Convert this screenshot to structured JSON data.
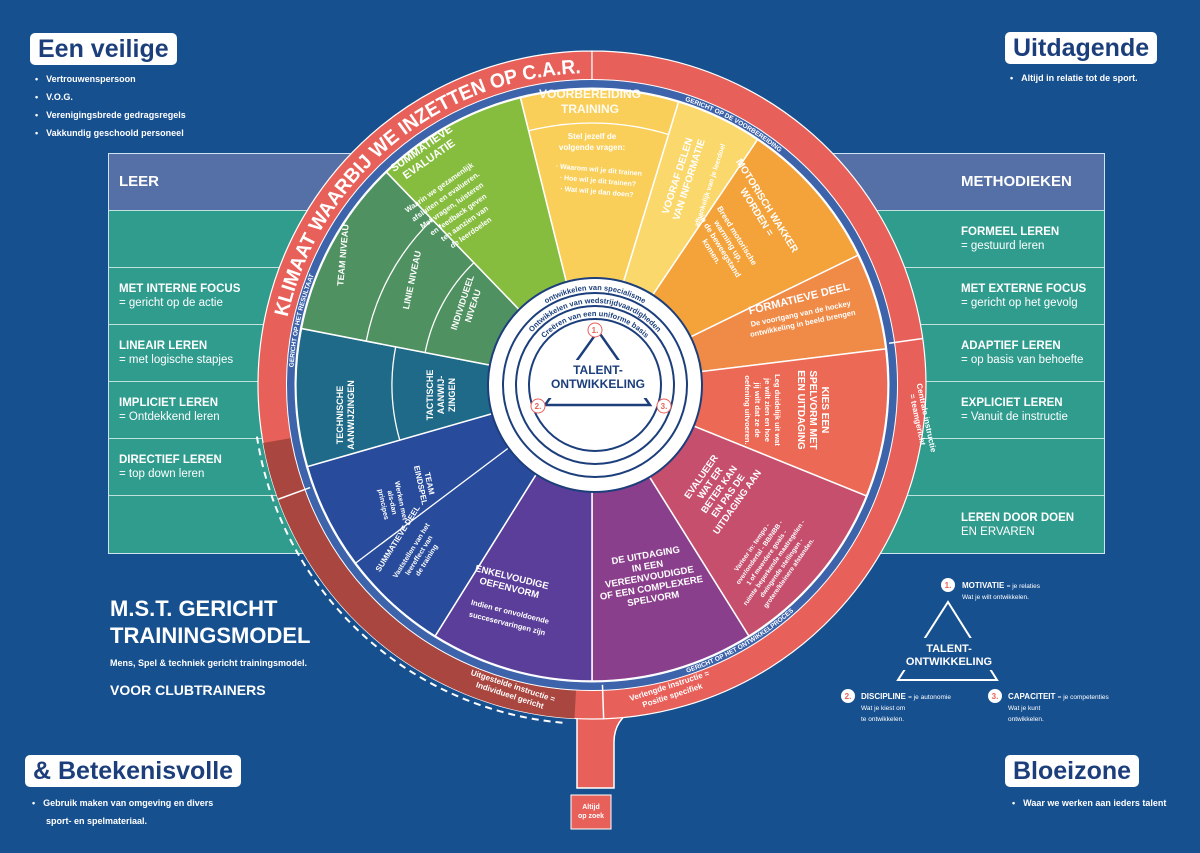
{
  "colors": {
    "background": "#17508f",
    "ring": "#e8605a",
    "ring_dark": "#a9463f",
    "band": "#3d63aa",
    "navy": "#1c3f7c",
    "yellow": "#f9cf5a",
    "yellow2": "#fbd86c",
    "orange": "#f4a23a",
    "orange_light": "#ef8a47",
    "coral": "#ec6a55",
    "pink": "#c74f6e",
    "purple": "#8a3f8c",
    "violet": "#5b3e99",
    "blue": "#284b9b",
    "teal": "#1f6a88",
    "green_dark": "#4f9160",
    "green": "#86bd3f"
  },
  "corners": {
    "top_left": {
      "title": "Een veilige",
      "bullets": [
        "Vertrouwenspersoon",
        "V.O.G.",
        "Verenigingsbrede gedragsregels",
        "Vakkundig geschoold personeel"
      ]
    },
    "top_right": {
      "title": "Uitdagende",
      "bullets": [
        "Altijd in relatie tot de sport."
      ]
    },
    "bottom_left": {
      "title": "& Betekenisvolle",
      "bullets": [
        "Gebruik maken van omgeving en divers",
        "sport- en spelmateriaal."
      ]
    },
    "bottom_right": {
      "title": "Bloeizone",
      "bullets": [
        "Waar we werken aan ieders talent"
      ]
    }
  },
  "left_table": {
    "header": "LEER",
    "rows": [
      {
        "title": "",
        "sub": ""
      },
      {
        "title": "MET INTERNE FOCUS",
        "sub": "= gericht op de actie"
      },
      {
        "title": "LINEAIR LEREN",
        "sub": "= met logische stapjes"
      },
      {
        "title": "IMPLICIET LEREN",
        "sub": "= Ontdekkend leren"
      },
      {
        "title": "DIRECTIEF LEREN",
        "sub": "= top down leren"
      },
      {
        "title": "",
        "sub": ""
      }
    ]
  },
  "right_table": {
    "header": "METHODIEKEN",
    "rows": [
      {
        "title": "FORMEEL LEREN",
        "sub": "= gestuurd leren"
      },
      {
        "title": "MET EXTERNE FOCUS",
        "sub": "= gericht op het gevolg"
      },
      {
        "title": "ADAPTIEF LEREN",
        "sub": "= op basis van behoefte"
      },
      {
        "title": "EXPLICIET LEREN",
        "sub": "= Vanuit de instructie"
      },
      {
        "title": "",
        "sub": ""
      },
      {
        "title": "LEREN DOOR DOEN",
        "sub": "EN ERVAREN"
      }
    ]
  },
  "model": {
    "title1": "M.S.T. GERICHT",
    "title2": "TRAININGSMODEL",
    "subtitle": "Mens, Spel & techniek gericht trainingsmodel.",
    "audience": "VOOR CLUBTRAINERS"
  },
  "ring": {
    "title": "EEN MOTIVATIONEEL LEER- EN ONTWIKKELKLIMAAT WAARBIJ WE INZETTEN OP C.A.R.",
    "band_resultaat": "GERICHT OP HET RESULTAAT",
    "band_voorbereiding": "GERICHT OP DE VOORBEREIDING",
    "band_ontwikkelproces": "GERICHT OP HET ONTWIKKELPROCES",
    "centrale": [
      "Centrale instructie",
      "= teamgericht"
    ],
    "uitgestelde": [
      "Uitgestelde instructie =",
      "Individueel gericht"
    ],
    "verlengde": [
      "Verlengde instructie =",
      "Positie specifiek"
    ],
    "altijd": [
      "Altijd",
      "op zoek"
    ]
  },
  "wheel": {
    "voorbereiding": {
      "title": [
        "VOORBEREIDING",
        "TRAINING"
      ],
      "intro": [
        "Stel jezelf de",
        "volgende vragen:"
      ],
      "questions": [
        "· Waarom wil je dit trainen",
        "· Hoe wil je dit trainen?",
        "· Wat wil je dan doen?"
      ]
    },
    "vooraf": {
      "title": [
        "VOORAF DELEN",
        "VAN INFORMATIE"
      ],
      "sub": [
        "afhankelijk van je leerdoel"
      ]
    },
    "motorisch": {
      "title": [
        "MOTORISCH WAKKER",
        "WORDEN ="
      ],
      "sub": [
        "Breed motorische",
        "warming up,",
        "in de beweegstand",
        "komen."
      ]
    },
    "formatief": {
      "title": [
        "FORMATIEVE DEEL"
      ],
      "sub": [
        "De voortgang van de hockey",
        "ontwikkeling in beeld brengen"
      ]
    },
    "kies": {
      "title": [
        "KIES EEN",
        "SPELVORM MET",
        "EEN UITDAGING"
      ],
      "sub": [
        "Leg duidelijk uit wat",
        "je wilt zien en hoe",
        "jij wilt dat ze de",
        "oefening uitvoeren."
      ]
    },
    "evalueer": {
      "title": [
        "EVALUEER",
        "WAT ER",
        "BETER KAN",
        "EN PAS DE",
        "UITDAGING AAN"
      ],
      "sub": [
        "Varieer in: tempo -",
        "over/ondertal - BB/NBB -",
        "1 of meerdere goals -",
        "ruimte beperkende maatregelen -",
        "dwingende stellingen -",
        "grotere/kleinere afstanden."
      ]
    },
    "uitdaging": {
      "title": [
        "DE UITDAGING",
        "IN EEN",
        "VEREENVOUDIGDE",
        "OF EEN COMPLEXERE",
        "SPELVORM"
      ]
    },
    "enkelvoudig": {
      "title": [
        "ENKELVOUDIGE",
        "OEFENVORM"
      ],
      "sub": [
        "Indien er onvoldoende",
        "succeservaringen zijn"
      ]
    },
    "summatief_deel": {
      "title": [
        "SUMMATIEVE DEEL"
      ],
      "sub": [
        "Vaststellen van het",
        "leereffect van",
        "de training"
      ]
    },
    "eindspel": {
      "title": [
        "TEAM",
        "EINDSPEL"
      ],
      "sub": [
        "Werken met",
        "als-dan",
        "principes"
      ]
    },
    "technisch": {
      "title": [
        "TECHNISCHE",
        "AANWIJZINGEN"
      ]
    },
    "tactisch": {
      "title": [
        "TACTISCHE",
        "AANWIJ-",
        "ZINGEN"
      ]
    },
    "team_niveau": {
      "title": [
        "TEAM NIVEAU"
      ]
    },
    "linie_niveau": {
      "title": [
        "LINIE NIVEAU"
      ]
    },
    "individueel": {
      "title": [
        "INDIVIDUEEL",
        "NIVEAU"
      ]
    },
    "summatief_eval": {
      "title": [
        "SUMMATIEVE",
        "EVALUATIE"
      ],
      "sub": [
        "Waarin we gezamenlijk",
        "afsluiten en evalueren.",
        "Met vragen, luisteren",
        "en feedback geven",
        "ten aanzien van",
        "de leerdoelen"
      ]
    }
  },
  "center": {
    "rings": [
      "ontwikkelen van specialisme",
      "Ontwikkelen van wedstrijdvaardigheden",
      "Creëren van een uniforme basis"
    ],
    "label": [
      "TALENT-",
      "ONTWIKKELING"
    ],
    "badges": [
      "1.",
      "2.",
      "3."
    ]
  },
  "legend": {
    "label": [
      "TALENT-",
      "ONTWIKKELING"
    ],
    "items": [
      {
        "num": "1.",
        "title": "MOTIVATIE",
        "rel": "= je relaties",
        "desc": [
          "Wat je wilt ontwikkelen."
        ]
      },
      {
        "num": "2.",
        "title": "DISCIPLINE",
        "rel": "= je autonomie",
        "desc": [
          "Wat je kiest om",
          "te ontwikkelen."
        ]
      },
      {
        "num": "3.",
        "title": "CAPACITEIT",
        "rel": "= je competenties",
        "desc": [
          "Wat je kunt",
          "ontwikkelen."
        ]
      }
    ]
  }
}
